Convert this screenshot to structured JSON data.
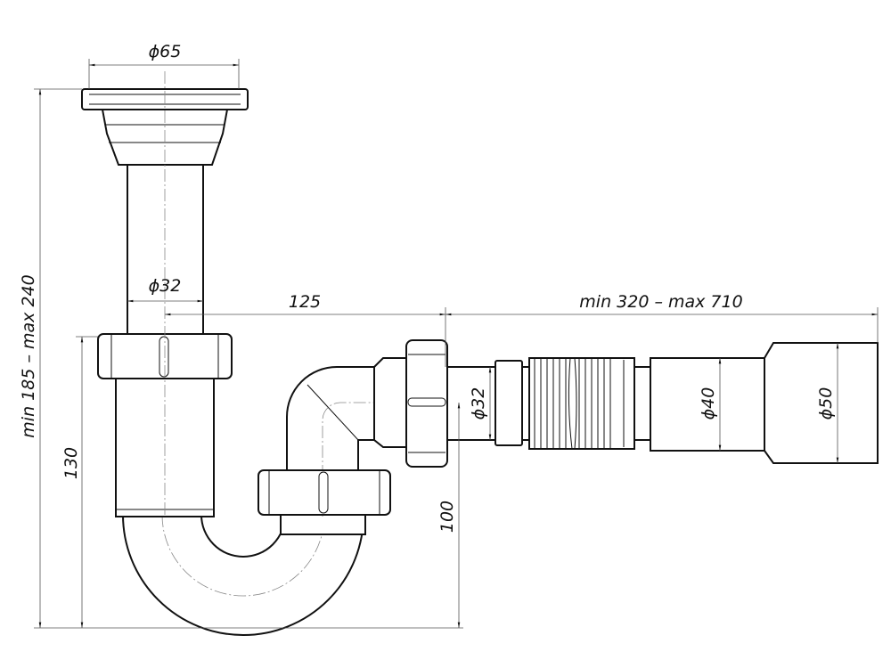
{
  "drawing": {
    "title": "Sink siphon with flexible outlet",
    "dimensions": {
      "flange_diameter": "ϕ65",
      "inlet_pipe_diameter": "ϕ32",
      "horizontal_offset": "125",
      "outlet_length": "min 320 – max 710",
      "total_height": "min 185 – max 240",
      "trap_height": "130",
      "outlet_height": "100",
      "outlet_diameter_32": "ϕ32",
      "outlet_diameter_40": "ϕ40",
      "outlet_diameter_50": "ϕ50"
    }
  }
}
